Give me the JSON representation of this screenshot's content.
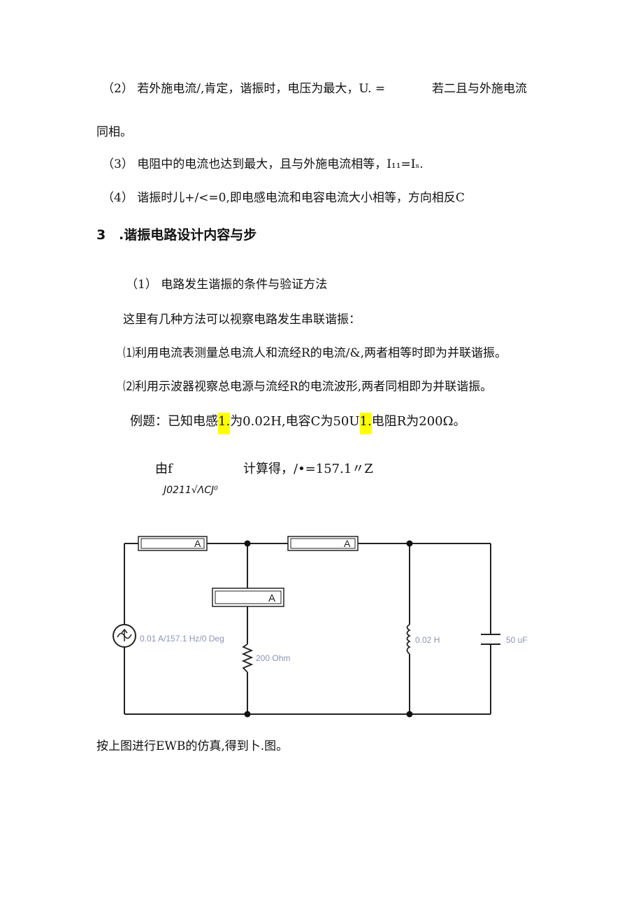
{
  "lines": {
    "p2a": "（2） 若外施电流/,肯定，谐振时，电压为最大，U. =",
    "p2b": "若二且与外施电流",
    "p2c": "同相。",
    "p3": "（3） 电阻中的电流也达到最大，且与外施电流相等，I₁₁=Iₛ.",
    "p4": "（4） 谐振时儿+/<=0,即电感电流和电容电流大小相等，方向相反C",
    "heading_num": "3",
    "heading_text": ".谐振电路设计内容与步",
    "sub1": "（1） 电路发生谐振的条件与验证方法",
    "intro": "这里有几种方法可以视察电路发生串联谐振：",
    "m1": "⑴利用电流表测量总电流人和流经R的电流/&,两者相等时即为并联谐振。",
    "m2": "⑵利用示波器视察总电源与流经R的电流波形,两者同相即为并联谐振。",
    "ex_a": "例题：已知电感",
    "ex_hl1": "1.",
    "ex_b": "为0.02H,电容C为50U",
    "ex_hl2": "1.",
    "ex_c": "电阻R为200Ω。",
    "calc_a": "由f",
    "calc_b": "计算得，/•=157.1〃Z",
    "calc_formula": "J0211√ΛCJ⁰",
    "after": "按上图进行EWB的仿真,得到卜.图。"
  },
  "circuit": {
    "ammeter_label": "A",
    "source_label": "0.01 A/157.1 Hz/0 Deg",
    "resistor_label": "200  Ohm",
    "inductor_label": "0.02 H",
    "capacitor_label": "50 uF",
    "label_color": "#8b93b8",
    "wire_color": "#222222"
  }
}
